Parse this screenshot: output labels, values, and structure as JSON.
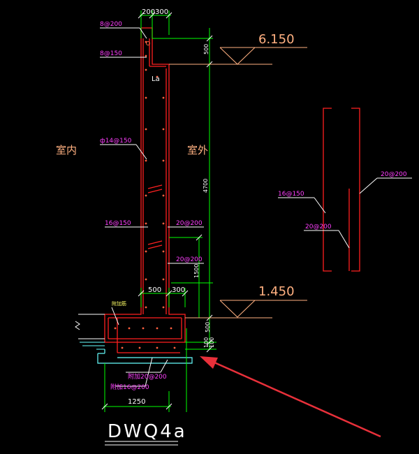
{
  "title": "DWQ4a",
  "elevations": {
    "top": "6.150",
    "mid": "1.450"
  },
  "rooms": {
    "inside": "室内",
    "outside": "室外"
  },
  "dims": {
    "top_left": "200",
    "top_right": "300",
    "top_500": "500",
    "height_4700": "4700",
    "height_1500": "1500",
    "base_left": "500",
    "base_right": "300",
    "base_500": "500",
    "base_100a": "100",
    "base_100b": "100",
    "footing_width": "1250",
    "anchor": "La"
  },
  "rebar_labels": {
    "r1": "8@200",
    "r2": "8@150",
    "r3": "ф14@150",
    "r4": "16@150",
    "r5": "20@200",
    "r6": "20@200",
    "r7": "附加筋",
    "r8": "附加20@200",
    "r9": "附加16@200",
    "detail_a": "16@150",
    "detail_b": "20@200",
    "detail_c": "20@200"
  },
  "colors": {
    "background": "#000000",
    "wall": "#ff2020",
    "dimension": "#00ff00",
    "leader": "#ffffff",
    "label": "#ff40ff",
    "elevation": "#ffb080",
    "cyan": "#66ffff",
    "arrow": "#e8303a"
  }
}
